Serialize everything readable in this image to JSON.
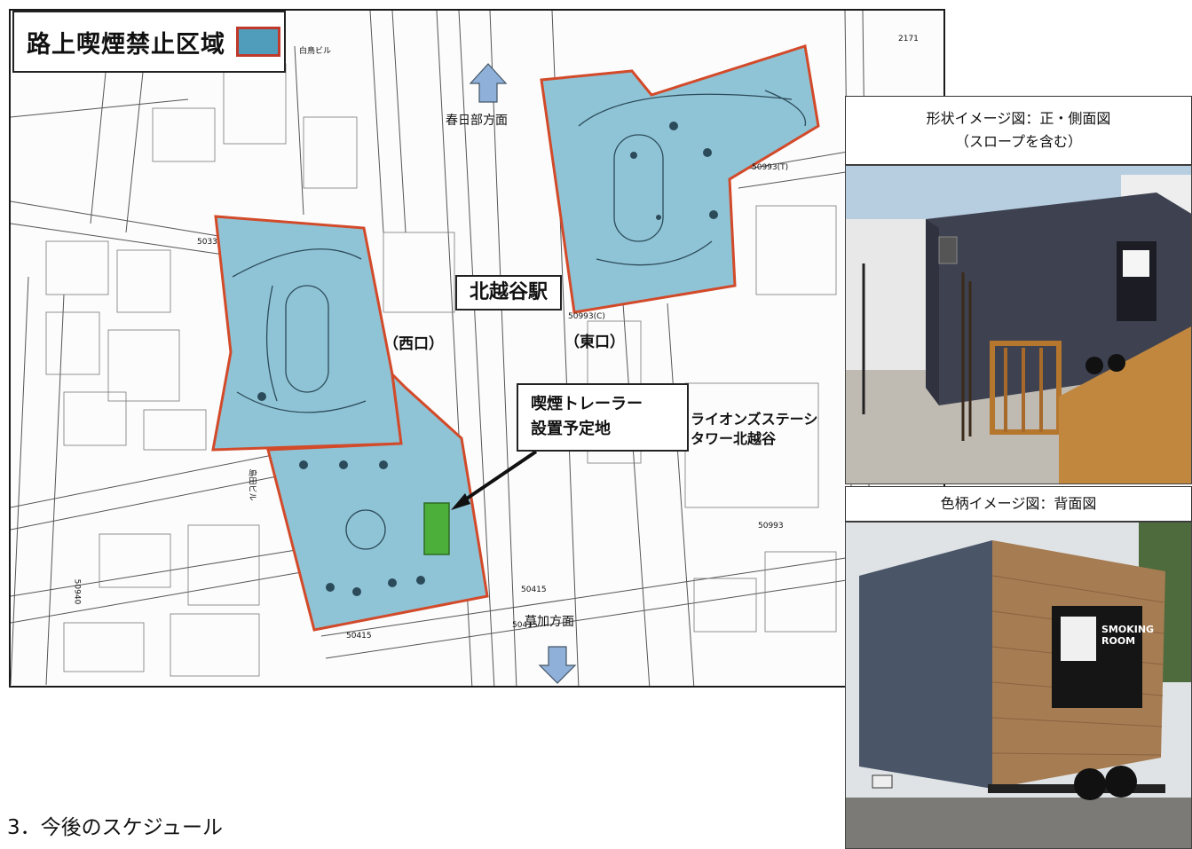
{
  "legend": {
    "label": "路上喫煙禁止区域",
    "swatch_fill": "#4f9dba",
    "swatch_border": "#c0392b"
  },
  "station": {
    "name": "北越谷駅"
  },
  "directions": {
    "north": "春日部方面",
    "south": "草加方面"
  },
  "exits": {
    "west": "（西口）",
    "east": "（東口）"
  },
  "callout": {
    "line1": "喫煙トレーラー",
    "line2": "設置予定地"
  },
  "place": {
    "line1": "ライオンズステーシ",
    "line2": "タワー北越谷"
  },
  "map_small_text": {
    "bldg_top": "白鳥ビル",
    "code_2171": "2171",
    "code_50993t": "50993(T)",
    "code_50993c": "50993(C)",
    "code_50993": "50993",
    "code_50415a": "50415",
    "code_50415b": "50415",
    "code_50415c": "50415",
    "code_50940": "50940",
    "code_50330": "5033",
    "bldg_left": "島田ビル"
  },
  "photos": {
    "front": {
      "caption_line1": "形状イメージ図：正・側面図",
      "caption_line2": "（スロープを含む）"
    },
    "back": {
      "caption": "色柄イメージ図：背面図",
      "sign_line1": "SMOKING",
      "sign_line2": "ROOM"
    }
  },
  "heading": "3．今後のスケジュール",
  "colors": {
    "zone_fill": "#8fc4d6",
    "zone_border": "#d24a2a",
    "trailer_site": "#4caf3a",
    "arrow": "#8fb0d8"
  }
}
